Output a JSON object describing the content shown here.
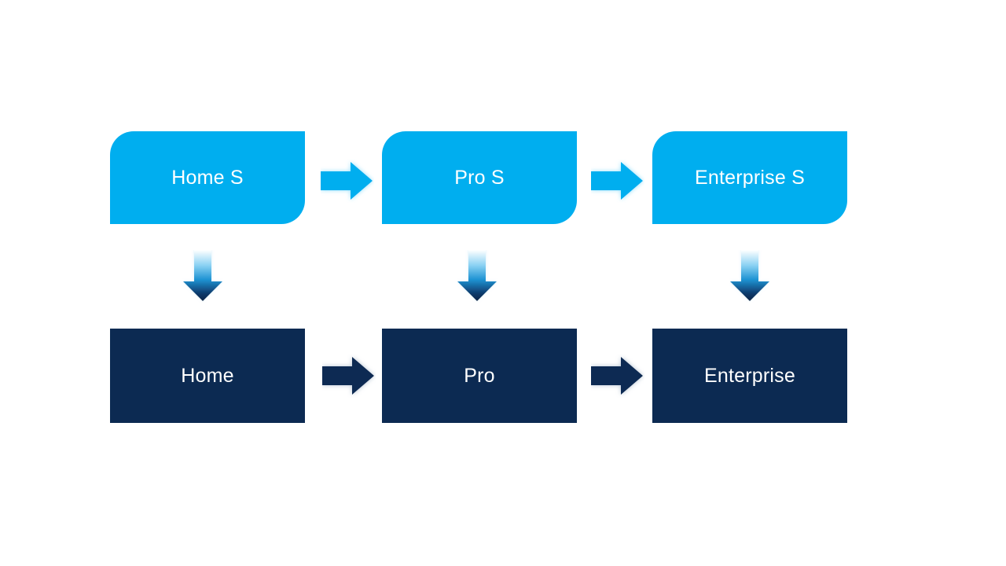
{
  "diagram": {
    "top_row": [
      {
        "label": "Home S"
      },
      {
        "label": "Pro S"
      },
      {
        "label": "Enterprise S"
      }
    ],
    "bottom_row": [
      {
        "label": "Home"
      },
      {
        "label": "Pro"
      },
      {
        "label": "Enterprise"
      }
    ]
  },
  "icons": {
    "right_arrow": "right-arrow-icon",
    "down_arrow": "down-arrow-icon"
  },
  "colors": {
    "background": "#FFFFFF",
    "text": "#FFFFFF",
    "box_light_blue": "#00AEEF",
    "box_dark_navy": "#0C2A52",
    "arrow_light_blue": "#00AEEF",
    "arrow_dark_navy": "#0C2A52",
    "down_arrow_gradient_top": "#FFFFFF",
    "down_arrow_gradient_mid": "#1E93D3",
    "down_arrow_gradient_bottom": "#0A2445"
  }
}
